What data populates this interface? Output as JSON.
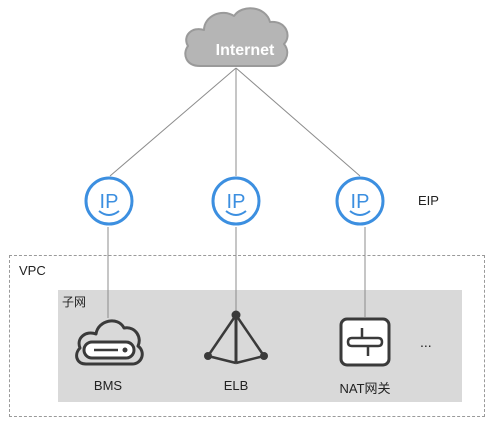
{
  "internet": {
    "label": "Internet",
    "icon": "cloud-icon"
  },
  "eip": {
    "label": "EIP",
    "icon_text": "IP",
    "count": 3
  },
  "vpc": {
    "label": "VPC",
    "subnet": {
      "label": "子网",
      "nodes": [
        {
          "label": "BMS",
          "icon": "bms-server-icon"
        },
        {
          "label": "ELB",
          "icon": "elb-triangle-icon"
        },
        {
          "label": "NAT网关",
          "icon": "nat-gateway-icon"
        }
      ],
      "more": "..."
    }
  },
  "colors": {
    "ip_ring": "#3c8fe0",
    "cloud_fill": "#b5b5b5",
    "cloud_stroke": "#9a9a9a",
    "subnet_fill": "#d9d9d9",
    "line": "#8c8c8c",
    "icon_dark": "#3a3a3a"
  }
}
